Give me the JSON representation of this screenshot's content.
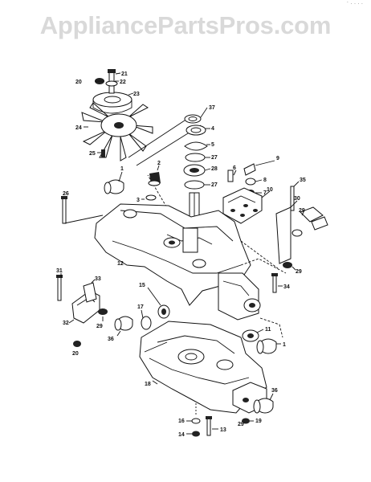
{
  "watermark": "AppliancePartsPros.com",
  "corner_mark": "· . . . .",
  "callouts": [
    {
      "id": "c21",
      "text": "21"
    },
    {
      "id": "c20a",
      "text": "20"
    },
    {
      "id": "c22",
      "text": "22"
    },
    {
      "id": "c23",
      "text": "23"
    },
    {
      "id": "c24",
      "text": "24"
    },
    {
      "id": "c25",
      "text": "25"
    },
    {
      "id": "c37",
      "text": "37"
    },
    {
      "id": "c4",
      "text": "4"
    },
    {
      "id": "c5",
      "text": "5"
    },
    {
      "id": "c27a",
      "text": "27"
    },
    {
      "id": "c28",
      "text": "28"
    },
    {
      "id": "c27b",
      "text": "27"
    },
    {
      "id": "c1a",
      "text": "1"
    },
    {
      "id": "c2",
      "text": "2"
    },
    {
      "id": "c3",
      "text": "3"
    },
    {
      "id": "c9",
      "text": "9"
    },
    {
      "id": "c6",
      "text": "6"
    },
    {
      "id": "c8",
      "text": "8"
    },
    {
      "id": "c7",
      "text": "7"
    },
    {
      "id": "c10",
      "text": "10"
    },
    {
      "id": "c35",
      "text": "35"
    },
    {
      "id": "c30",
      "text": "30"
    },
    {
      "id": "c26",
      "text": "26"
    },
    {
      "id": "c29a",
      "text": "29"
    },
    {
      "id": "c12",
      "text": "12"
    },
    {
      "id": "c29b",
      "text": "29"
    },
    {
      "id": "c31",
      "text": "31"
    },
    {
      "id": "c33",
      "text": "33"
    },
    {
      "id": "c34",
      "text": "34"
    },
    {
      "id": "c15",
      "text": "15"
    },
    {
      "id": "c17",
      "text": "17"
    },
    {
      "id": "c32",
      "text": "32"
    },
    {
      "id": "c29c",
      "text": "29"
    },
    {
      "id": "c36",
      "text": "36"
    },
    {
      "id": "c20b",
      "text": "20"
    },
    {
      "id": "c11",
      "text": "11"
    },
    {
      "id": "c1b",
      "text": "1"
    },
    {
      "id": "c18",
      "text": "18"
    },
    {
      "id": "c36b",
      "text": "36"
    },
    {
      "id": "c19",
      "text": "19"
    },
    {
      "id": "c16",
      "text": "16"
    },
    {
      "id": "c14",
      "text": "14"
    },
    {
      "id": "c13",
      "text": "13"
    },
    {
      "id": "c29d",
      "text": "29"
    }
  ]
}
